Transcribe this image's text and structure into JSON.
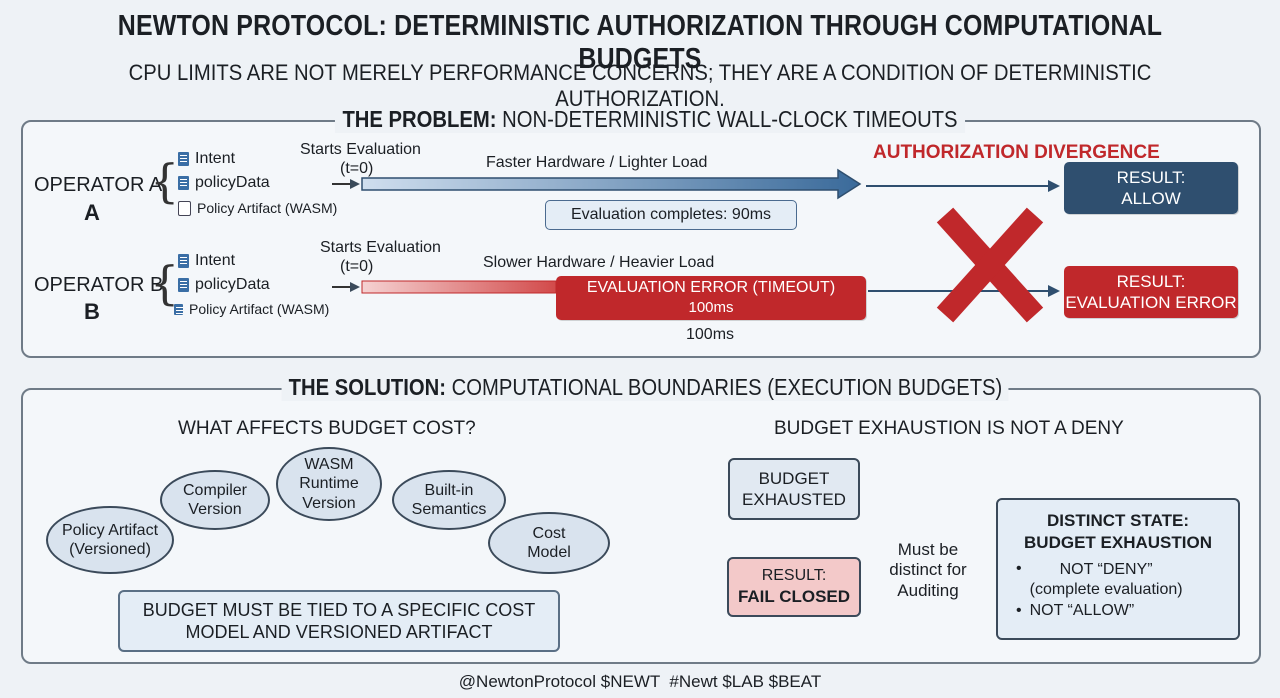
{
  "title": "NEWTON PROTOCOL: DETERMINISTIC AUTHORIZATION THROUGH COMPUTATIONAL BUDGETS",
  "subtitle": "CPU LIMITS ARE NOT MERELY PERFORMANCE CONCERNS; THEY ARE A CONDITION OF DETERMINISTIC AUTHORIZATION.",
  "problem": {
    "heading_bold": "THE PROBLEM:",
    "heading_rest": " NON-DETERMINISTIC WALL-CLOCK TIMEOUTS",
    "divergence_label": "AUTHORIZATION DIVERGENCE",
    "operator_a": {
      "label": "OPERATOR A",
      "letter": "A",
      "artifacts": [
        "Intent",
        "policyData",
        "Policy Artifact (WASM)"
      ],
      "start_label": "Starts Evaluation",
      "t0": "(t=0)",
      "condition": "Faster Hardware / Lighter Load",
      "completion": "Evaluation completes: 90ms",
      "result": "RESULT:\nALLOW"
    },
    "operator_b": {
      "label": "OPERATOR B",
      "letter": "B",
      "artifacts": [
        "Intent",
        "policyData",
        "Policy Artifact (WASM)"
      ],
      "start_label": "Starts Evaluation",
      "t0": "(t=0)",
      "condition": "Slower Hardware / Heavier Load",
      "error_label": "EVALUATION ERROR (TIMEOUT)",
      "error_time": "100ms",
      "time_below": "100ms",
      "result": "RESULT:\nEVALUATION ERROR"
    },
    "colors": {
      "allow": "#2f4f6f",
      "error": "#c0282b",
      "arrow": "#3a6a9a",
      "cross": "#c0282b"
    }
  },
  "solution": {
    "heading_bold": "THE SOLUTION:",
    "heading_rest": " COMPUTATIONAL BOUNDARIES (EXECUTION BUDGETS)",
    "left": {
      "heading": "WHAT AFFECTS BUDGET COST?",
      "factors": [
        "Policy Artifact\n(Versioned)",
        "Compiler\nVersion",
        "WASM\nRuntime\nVersion",
        "Built-in\nSemantics",
        "Cost\nModel"
      ],
      "statement": "BUDGET MUST BE TIED TO A SPECIFIC COST\nMODEL AND VERSIONED ARTIFACT"
    },
    "right": {
      "heading": "BUDGET EXHAUSTION IS NOT A DENY",
      "exhausted": "BUDGET\nEXHAUSTED",
      "result_label": "RESULT:",
      "result_value": "FAIL CLOSED",
      "arrow_label": "Must be\ndistinct for\nAuditing",
      "state_title": "DISTINCT STATE:\nBUDGET EXHAUSTION",
      "state_items": [
        "NOT “DENY”\n(complete evaluation)",
        "NOT “ALLOW”"
      ]
    }
  },
  "footer": "@NewtonProtocol $NEWT  #Newt $LAB $BEAT"
}
